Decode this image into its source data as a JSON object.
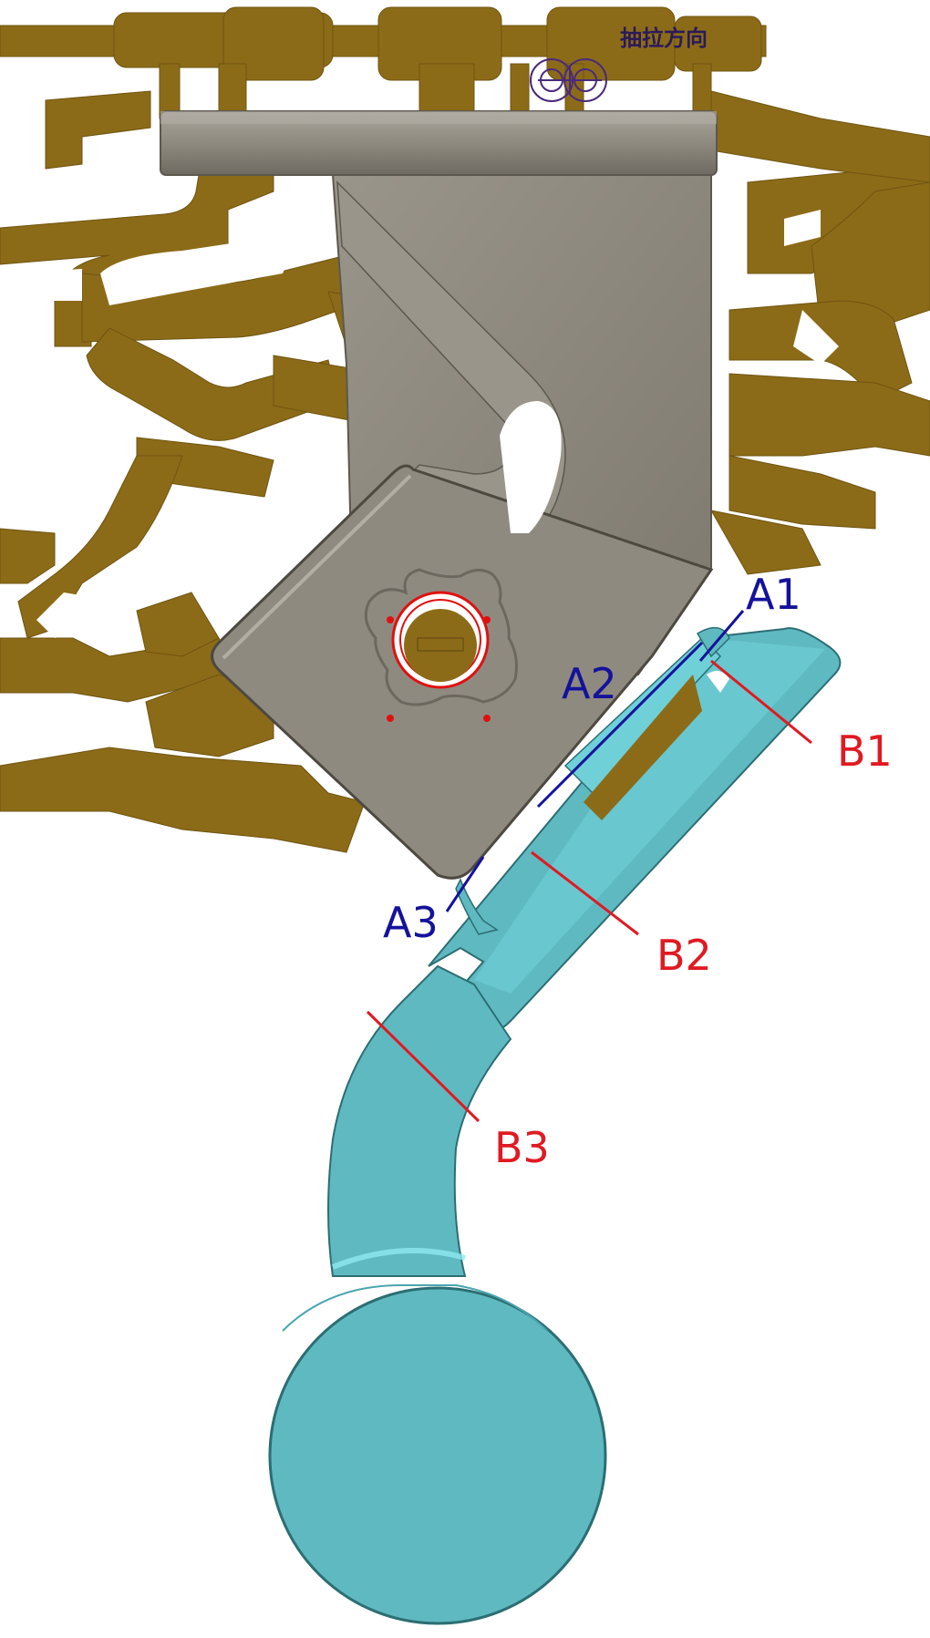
{
  "direction_label": "抽拉方向",
  "labels": {
    "a1": "A1",
    "a2": "A2",
    "a3": "A3",
    "b1": "B1",
    "b2": "B2",
    "b3": "B3"
  },
  "colors": {
    "runner": "#8c6b18",
    "mold_part": "#8f8a80",
    "casting": "#5fb9c1",
    "label_a": "#15129a",
    "label_b": "#e01a22",
    "hole_ring": "#e01010"
  }
}
